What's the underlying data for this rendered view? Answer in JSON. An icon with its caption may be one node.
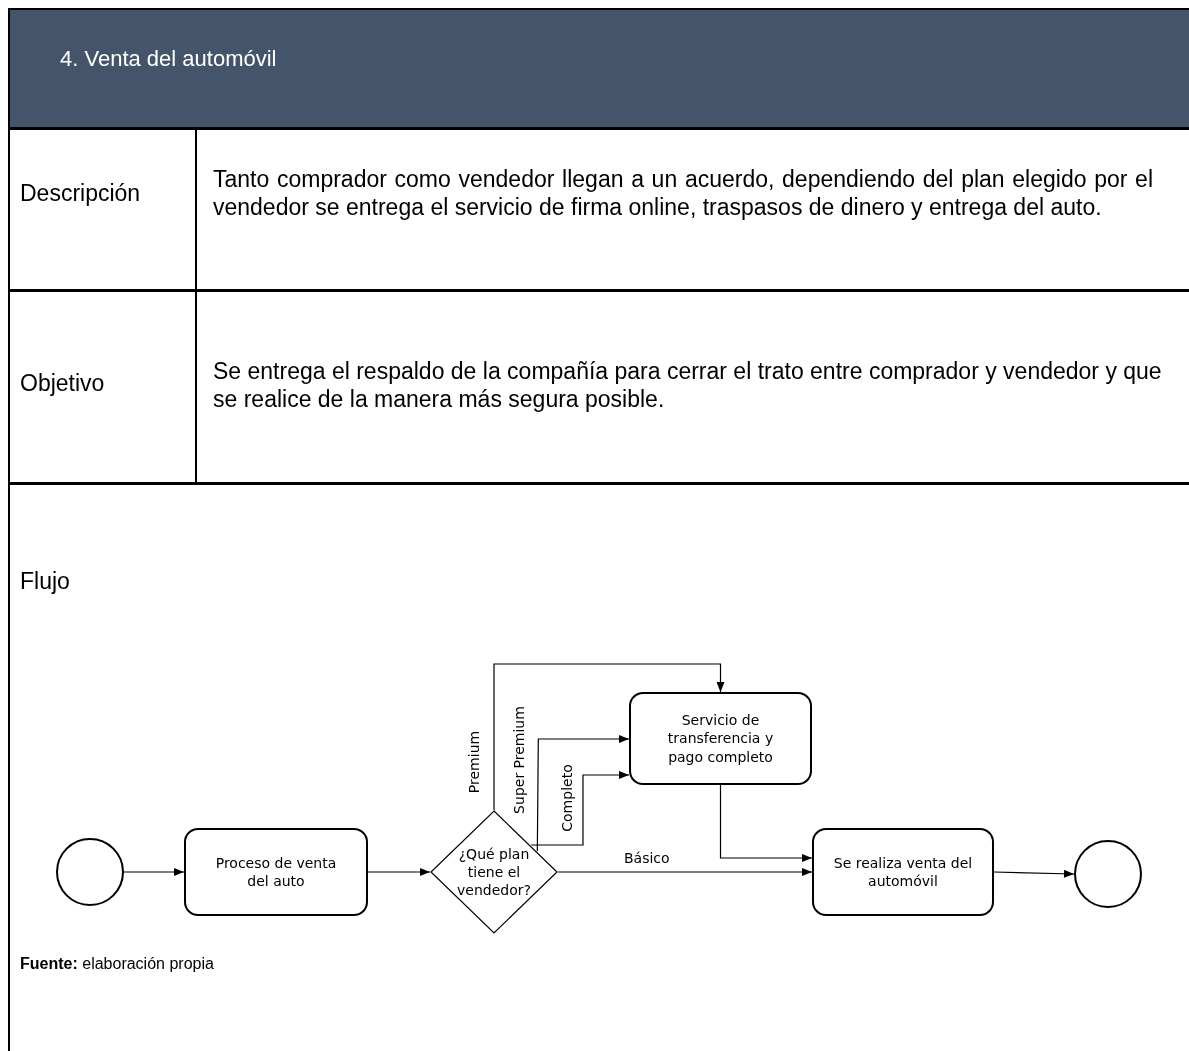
{
  "diagram": {
    "title": "4. Venta del automóvil",
    "caption": "**Fuente:** elaboración propia",
    "nodes": [
      {
        "text": [],
        "shape": "circle"
      },
      {
        "text": [
          "Proceso de venta del auto"
        ]
      },
      {
        "text": [
          "¿Qué plan tiene el vendedor?"
        ]
      },
      {
        "text": [
          "Servicio de transferencia y pago completo"
        ]
      },
      {
        "text": [
          "Se realiza venta del automóvil"
        ]
      },
      {
        "text": [],
        "shape": "circle"
      }
    ],
    "edges": [
      {
        "from": 0,
        "to": 1,
        "arrow": "to"
      },
      {
        "from": 1,
        "to": 2,
        "arrow": "to"
      },
      {
        "from": 2,
        "to": 3,
        "arrow": "to",
        "label": "Premium"
      },
      {
        "from": 2,
        "to": 3,
        "arrow": "to",
        "label": "Super Premium"
      },
      {
        "from": 2,
        "to": 3,
        "arrow": "to",
        "label": "Completo"
      },
      {
        "from": 2,
        "to": 4,
        "arrow": "to",
        "label": "Básico"
      },
      {
        "from": 3,
        "to": 4,
        "arrow": "to"
      },
      {
        "from": 4,
        "to": 5,
        "arrow": "to"
      }
    ],
    "labels": [
      "Descripción",
      "Tanto comprador como vendedor llegan a un acuerdo, dependiendo del plan elegido por el vendedor se entrega el servicio de firma online, traspasos de dinero y entrega del auto.",
      "Objetivo",
      "Se entrega el respaldo de la compañía para cerrar el trato entre comprador y vendedor y que se realice de la manera más segura posible.",
      "Flujo"
    ]
  }
}
